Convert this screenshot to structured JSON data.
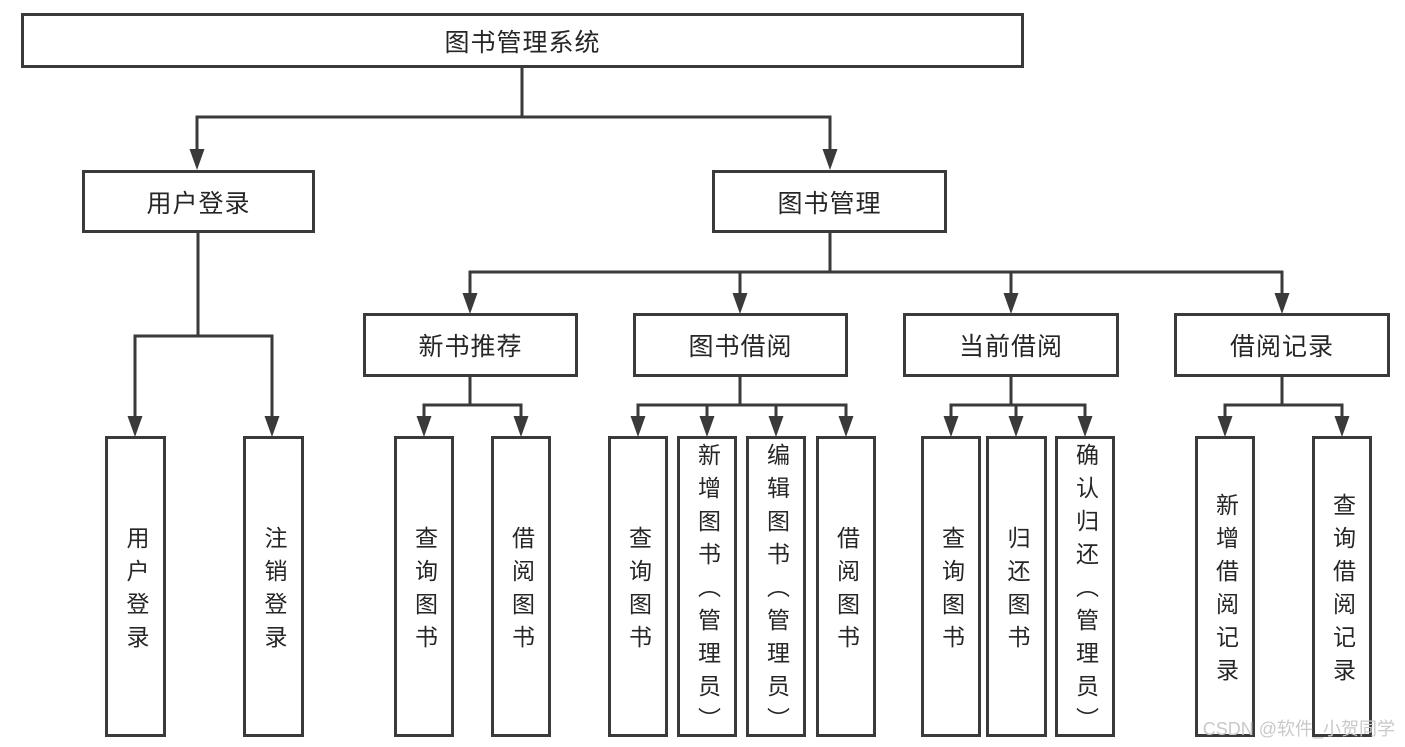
{
  "tree": {
    "root": {
      "label": "图书管理系统",
      "children": [
        {
          "label": "用户登录",
          "children": [
            {
              "label": "用户登录"
            },
            {
              "label": "注销登录"
            }
          ]
        },
        {
          "label": "图书管理",
          "children": [
            {
              "label": "新书推荐",
              "children": [
                {
                  "label": "查询图书"
                },
                {
                  "label": "借阅图书"
                }
              ]
            },
            {
              "label": "图书借阅",
              "children": [
                {
                  "label": "查询图书"
                },
                {
                  "label": "新增图书（管理员）"
                },
                {
                  "label": "编辑图书（管理员）"
                },
                {
                  "label": "借阅图书"
                }
              ]
            },
            {
              "label": "当前借阅",
              "children": [
                {
                  "label": "查询图书"
                },
                {
                  "label": "归还图书"
                },
                {
                  "label": "确认归还（管理员）"
                }
              ]
            },
            {
              "label": "借阅记录",
              "children": [
                {
                  "label": "新增借阅记录"
                },
                {
                  "label": "查询借阅记录"
                }
              ]
            }
          ]
        }
      ]
    }
  },
  "watermark": {
    "text": "CSDN @软件_小贺同学"
  },
  "colors": {
    "line": "#3a3a3a",
    "box_border": "#3a3a3a",
    "box_fill": "#ffffff",
    "text": "#262626",
    "background": "#ffffff",
    "watermark": "#c9c9c9"
  }
}
